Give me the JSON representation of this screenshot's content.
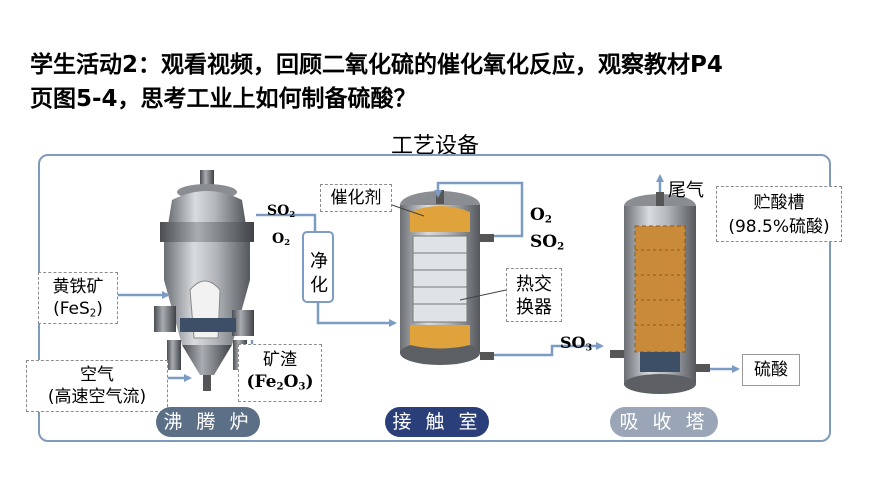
{
  "heading": {
    "line1": "学生活动2：观看视频，回顾二氧化硫的催化氧化反应，观察教材P4",
    "line2": "页图5-4，思考工业上如何制备硫酸？"
  },
  "title": "工艺设备",
  "furnace": {
    "name": "沸 腾 炉",
    "pyrite": "黄铁矿",
    "pyrite_formula": "(FeS",
    "pyrite_sub": "2",
    "pyrite_close": ")",
    "air": "空气",
    "air_note": "(高速空气流)",
    "slag": "矿渣",
    "slag_formula_a": "(Fe",
    "slag_sub1": "2",
    "slag_formula_b": "O",
    "slag_sub2": "3",
    "slag_close": ")",
    "out_so2": "SO",
    "out_so2_sub": "2",
    "out_o2": "O",
    "out_o2_sub": "2"
  },
  "purify": {
    "label": "净化"
  },
  "contact": {
    "name": "接 触 室",
    "catalyst": "催化剂",
    "exchanger": "热交换器",
    "in_o2": "O",
    "in_o2_sub": "2",
    "in_so2": "SO",
    "in_so2_sub": "2",
    "out_so3": "SO",
    "out_so3_sub": "3"
  },
  "tower": {
    "name": "吸 收 塔",
    "tail_gas": "尾气",
    "tank": "贮酸槽",
    "tank_note": "(98.5%硫酸)",
    "product": "硫酸"
  },
  "colors": {
    "arrow": "#7d9cc4",
    "frame": "#7f9bbb",
    "pill_furnace": "#5b6f86",
    "pill_contact": "#2a3f7a",
    "pill_tower": "#9aa6b8",
    "catalyst": "#e0a23a"
  }
}
